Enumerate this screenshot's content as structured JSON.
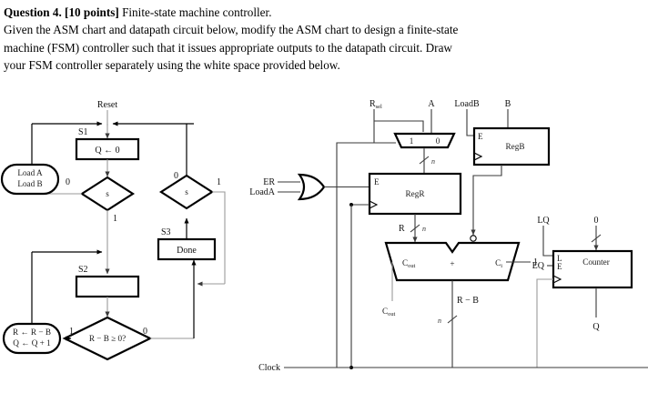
{
  "question": {
    "number_label": "Question 4.",
    "points_label": "[10 points]",
    "title": "Finite-state machine controller.",
    "body_line1": "Given the ASM chart and datapath circuit below, modify the ASM chart to design a finite-state",
    "body_line2": "machine (FSM) controller such that it issues appropriate outputs to the datapath circuit.  Draw",
    "body_line3": "your FSM controller separately using the white space provided below."
  },
  "asm_chart": {
    "reset_label": "Reset",
    "state_s1": {
      "name": "S1",
      "action": "Q ← 0"
    },
    "state_s2": {
      "name": "S2",
      "action": ""
    },
    "state_s3": {
      "name": "S3",
      "action": "Done"
    },
    "output_box_load": {
      "line1": "Load A",
      "line2": "Load B"
    },
    "output_box_sub": {
      "line1": "R ← R − B",
      "line2": "Q ← Q + 1"
    },
    "decision_s_left": {
      "condition": "s",
      "branch_left": "0",
      "branch_down": "1"
    },
    "decision_s_right": {
      "condition": "s",
      "branch_left": "0",
      "branch_right": "1"
    },
    "decision_compare": {
      "condition": "R − B ≥ 0?",
      "branch_left": "1",
      "branch_right": "0"
    }
  },
  "datapath": {
    "signals": {
      "rsel": "R",
      "rsel_sub": "sel",
      "input_a": "A",
      "loadb": "LoadB",
      "input_b": "B",
      "er": "ER",
      "loada": "LoadA",
      "lq": "LQ",
      "eq": "EQ",
      "clock": "Clock",
      "counter_preset": "0",
      "carry_in_value": "1",
      "cout_output": "C",
      "cout_output_sub": "out",
      "counter_q": "Q"
    },
    "mux": {
      "port_1": "1",
      "port_0": "0"
    },
    "reg_r": {
      "name": "RegR",
      "enable_pin": "E",
      "output_label": "R",
      "bus_width": "n"
    },
    "reg_b": {
      "name": "RegB",
      "enable_pin": "E"
    },
    "adder": {
      "symbol": "+",
      "cout_pin": "C",
      "cout_pin_sub": "out",
      "cin_pin": "C",
      "cin_pin_sub": "i",
      "output_label": "R − B",
      "bus_width": "n"
    },
    "counter": {
      "name": "Counter",
      "load_pin": "L",
      "enable_pin": "E",
      "output_label": "Q"
    },
    "bus_width": "n"
  },
  "colors": {
    "ink": "#000000",
    "wire": "#3a3a3a",
    "wire_light": "#9a9a9a",
    "background": "#ffffff"
  }
}
